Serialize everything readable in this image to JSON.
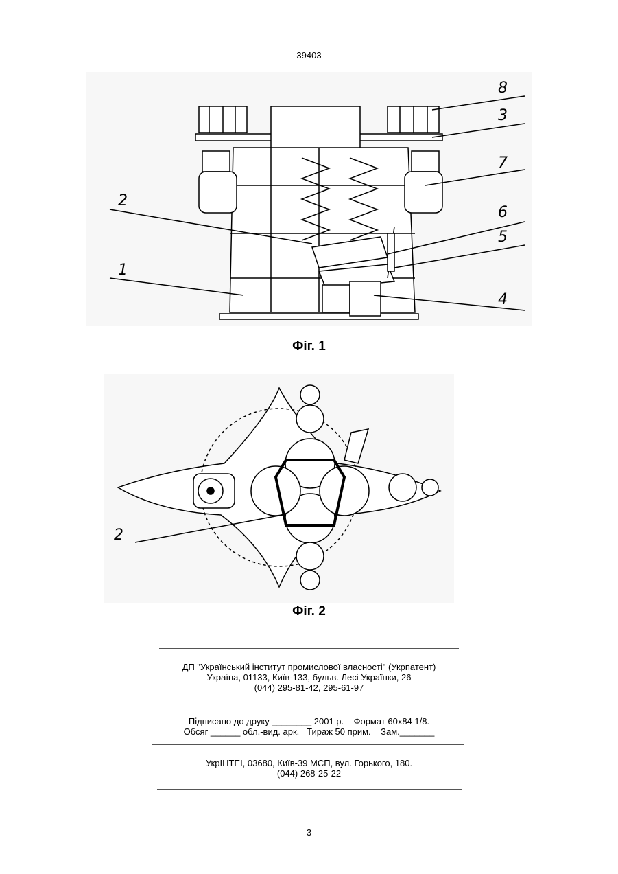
{
  "header": {
    "patent_number": "39403"
  },
  "figure1": {
    "caption": "Фіг. 1",
    "callouts": [
      "8",
      "3",
      "7",
      "2",
      "6",
      "5",
      "1",
      "4"
    ]
  },
  "figure2": {
    "caption": "Фіг. 2",
    "callouts": [
      "2"
    ]
  },
  "imprint": {
    "org_line1": "ДП \"Український інститут промислової власності\" (Укрпатент)",
    "org_line2": "Україна, 01133, Київ-133, бульв. Лесі Українки, 26",
    "org_line3": "(044) 295-81-42, 295-61-97",
    "print_line1": "Підписано до друку ________ 2001 р.    Формат 60х84 1/8.",
    "print_line2": "Обсяг ______ обл.-вид. арк.   Тираж 50 прим.    Зам._______",
    "printer_line1": "УкрІНТЕІ, 03680, Київ-39 МСП, вул. Горького, 180.",
    "printer_line2": "(044) 268-25-22"
  },
  "footer": {
    "page_number": "3"
  }
}
